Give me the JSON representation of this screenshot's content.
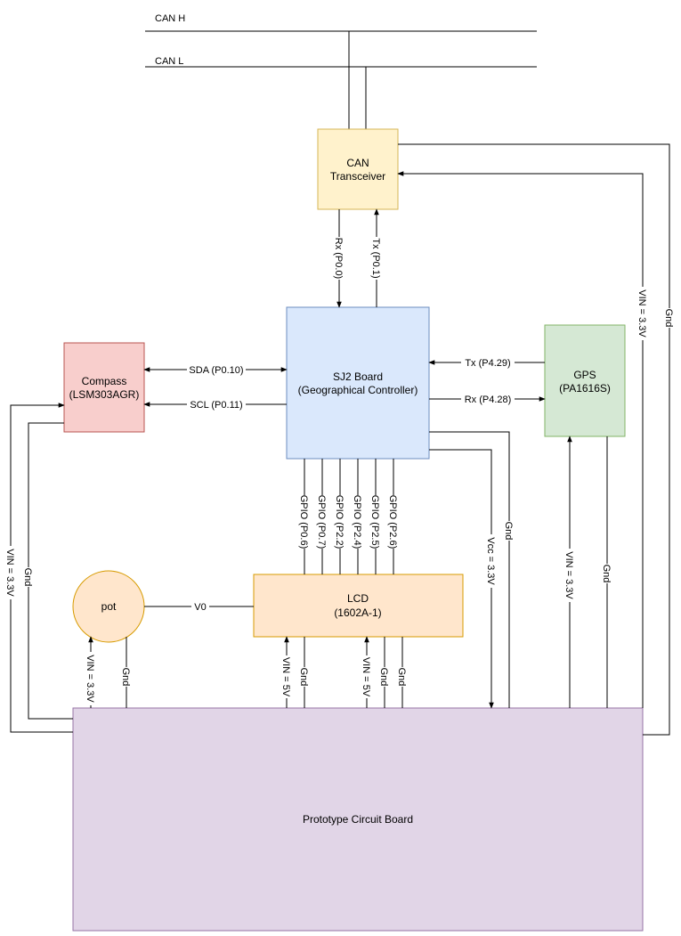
{
  "bus": {
    "can_h": "CAN H",
    "can_l": "CAN L"
  },
  "blocks": {
    "can": {
      "line1": "CAN",
      "line2": "Transceiver",
      "fill": "#fff2cc",
      "stroke": "#d6b656"
    },
    "sj2": {
      "line1": "SJ2 Board",
      "line2": "(Geographical Controller)",
      "fill": "#dae8fc",
      "stroke": "#6c8ebf"
    },
    "compass": {
      "line1": "Compass",
      "line2": "(LSM303AGR)",
      "fill": "#f8cecc",
      "stroke": "#b85450"
    },
    "gps": {
      "line1": "GPS",
      "line2": "(PA1616S)",
      "fill": "#d5e8d4",
      "stroke": "#82b366"
    },
    "lcd": {
      "line1": "LCD",
      "line2": "(1602A-1)",
      "fill": "#ffe6cc",
      "stroke": "#d79b00"
    },
    "pot": {
      "label": "pot",
      "fill": "#ffe6cc",
      "stroke": "#d79b00"
    },
    "proto": {
      "label": "Prototype Circuit Board",
      "fill": "#e1d5e7",
      "stroke": "#9673a6"
    }
  },
  "labels": {
    "rx_p00": "Rx (P0.0)",
    "tx_p01": "Tx (P0.1)",
    "sda": "SDA (P0.10)",
    "scl": "SCL (P0.11)",
    "tx_p429": "Tx (P4.29)",
    "rx_p428": "Rx (P4.28)",
    "gpio_p06": "GPIO (P0.6)",
    "gpio_p07": "GPIO (P0.7)",
    "gpio_p22": "GPIO (P2.2)",
    "gpio_p24": "GPIO (P2.4)",
    "gpio_p25": "GPIO (P2.5)",
    "gpio_p26": "GPIO (P2.6)",
    "vcc_33": "Vcc = 3.3V",
    "gnd": "Gnd",
    "vin_33": "VIN = 3.3V",
    "vin_5": "VIN = 5V",
    "v0": "V0"
  }
}
